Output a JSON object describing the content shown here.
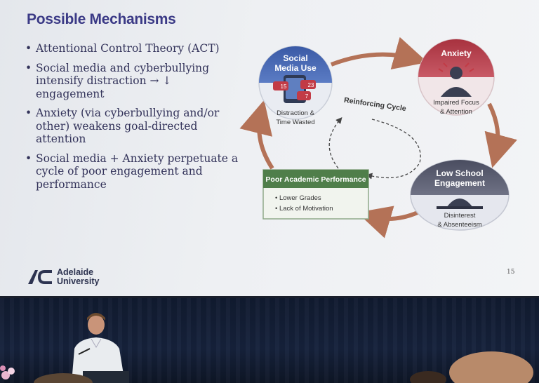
{
  "slide": {
    "title": "Possible Mechanisms",
    "bullets": [
      "Attentional Control Theory (ACT)",
      "Social media and cyberbullying intensify distraction → ↓ engagement",
      "Anxiety (via cyberbullying and/or other) weakens goal-directed attention",
      "Social media + Anxiety perpetuate a cycle of poor engagement and performance"
    ],
    "page_number": "15",
    "logo": {
      "line1": "Adelaide",
      "line2": "University"
    }
  },
  "diagram": {
    "center_label": "Reinforcing Cycle",
    "social": {
      "title_line1": "Social",
      "title_line2": "Media Use",
      "sub_line1": "Distraction &",
      "sub_line2": "Time Wasted",
      "badge1": "15",
      "badge2": "23",
      "badge3": "7"
    },
    "anxiety": {
      "title": "Anxiety",
      "sub_line1": "Impaired Focus",
      "sub_line2": "& Attention"
    },
    "engagement": {
      "title_line1": "Low School",
      "title_line2": "Engagement",
      "sub_line1": "Disinterest",
      "sub_line2": "& Absenteeism"
    },
    "academic": {
      "title": "Poor Academic Performance",
      "item1": "• Lower Grades",
      "item2": "• Lack of Motivation"
    }
  },
  "colors": {
    "title": "#3b3a86",
    "social_blue": "#3d5fa8",
    "anxiety_red": "#b0384a",
    "engagement_gray": "#55586a",
    "academic_green": "#4f7e4a",
    "arrow": "#b47257"
  }
}
